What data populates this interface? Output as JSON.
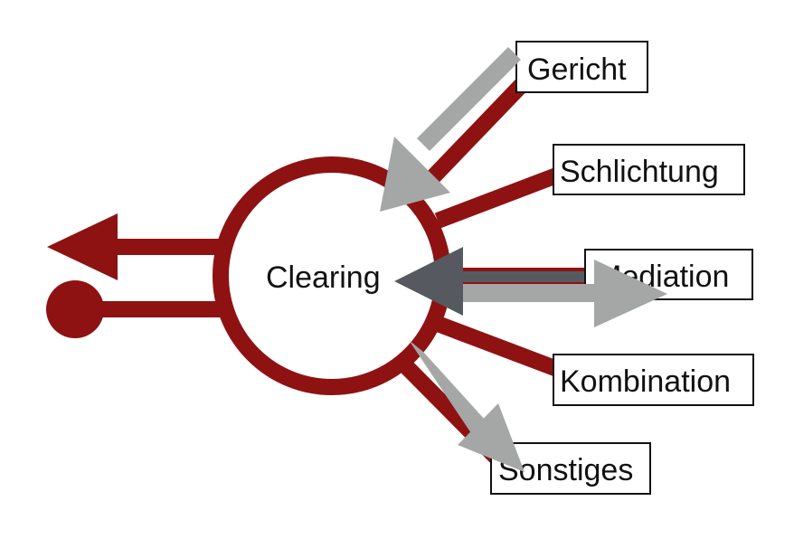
{
  "diagram": {
    "center": {
      "label": "Clearing"
    },
    "nodes": [
      {
        "id": "gericht",
        "label": "Gericht"
      },
      {
        "id": "schlichtung",
        "label": "Schlichtung"
      },
      {
        "id": "mediation",
        "label": "Mediation"
      },
      {
        "id": "kombination",
        "label": "Kombination"
      },
      {
        "id": "sonstiges",
        "label": "Sonstiges"
      }
    ]
  },
  "colors": {
    "primary_red": "#8e1212",
    "gray_arrow": "#a4a7a6",
    "dark_arrow": "#565a60",
    "box_border": "#111111",
    "text": "#111111",
    "background": "#ffffff"
  }
}
